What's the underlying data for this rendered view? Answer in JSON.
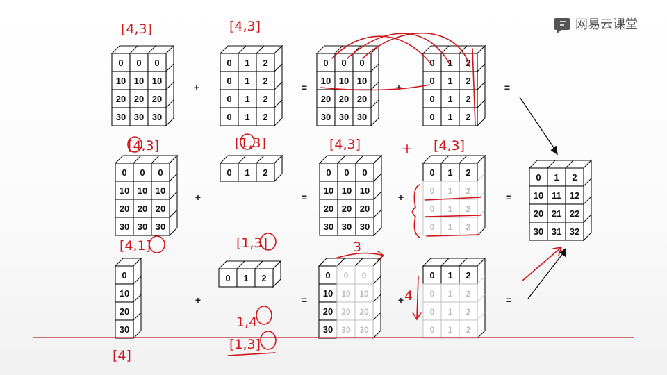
{
  "logo": {
    "text": "网易云课堂",
    "icon": "chat-bubble-icon"
  },
  "colors": {
    "annotation": "#d0161b",
    "grid": "#000000",
    "faint": "#c8c8c8",
    "baseline": "#b22222"
  },
  "rows": [
    {
      "a": [
        [
          "0",
          "0",
          "0"
        ],
        [
          "10",
          "10",
          "10"
        ],
        [
          "20",
          "20",
          "20"
        ],
        [
          "30",
          "30",
          "30"
        ]
      ],
      "b": [
        [
          "0",
          "1",
          "2"
        ],
        [
          "0",
          "1",
          "2"
        ],
        [
          "0",
          "1",
          "2"
        ],
        [
          "0",
          "1",
          "2"
        ]
      ],
      "c": [
        [
          "0",
          "0",
          "0"
        ],
        [
          "10",
          "10",
          "10"
        ],
        [
          "20",
          "20",
          "20"
        ],
        [
          "30",
          "30",
          "30"
        ]
      ],
      "d": [
        [
          "0",
          "1",
          "2"
        ],
        [
          "0",
          "1",
          "2"
        ],
        [
          "0",
          "1",
          "2"
        ],
        [
          "0",
          "1",
          "2"
        ]
      ]
    },
    {
      "a": [
        [
          "0",
          "0",
          "0"
        ],
        [
          "10",
          "10",
          "10"
        ],
        [
          "20",
          "20",
          "20"
        ],
        [
          "30",
          "30",
          "30"
        ]
      ],
      "b": [
        [
          "0",
          "1",
          "2"
        ]
      ],
      "c": [
        [
          "0",
          "0",
          "0"
        ],
        [
          "10",
          "10",
          "10"
        ],
        [
          "20",
          "20",
          "20"
        ],
        [
          "30",
          "30",
          "30"
        ]
      ],
      "d": [
        [
          "0",
          "1",
          "2"
        ],
        [
          "0",
          "1",
          "2"
        ],
        [
          "0",
          "1",
          "2"
        ],
        [
          "0",
          "1",
          "2"
        ]
      ]
    },
    {
      "a": [
        [
          "0"
        ],
        [
          "10"
        ],
        [
          "20"
        ],
        [
          "30"
        ]
      ],
      "b": [
        [
          "0",
          "1",
          "2"
        ]
      ],
      "c": [
        [
          "0",
          "0",
          "0"
        ],
        [
          "10",
          "10",
          "10"
        ],
        [
          "20",
          "20",
          "20"
        ],
        [
          "30",
          "30",
          "30"
        ]
      ],
      "d": [
        [
          "0",
          "1",
          "2"
        ],
        [
          "0",
          "1",
          "2"
        ],
        [
          "0",
          "1",
          "2"
        ],
        [
          "0",
          "1",
          "2"
        ]
      ]
    }
  ],
  "result": [
    [
      "0",
      "1",
      "2"
    ],
    [
      "10",
      "11",
      "12"
    ],
    [
      "20",
      "21",
      "22"
    ],
    [
      "30",
      "31",
      "32"
    ]
  ],
  "operators": {
    "plus": "+",
    "equals": "="
  },
  "annotations": {
    "row1_a_shape": "[4,3]",
    "row1_b_shape": "[4,3]",
    "row2_a_shape": "[4,3]",
    "row2_b_shape": "[1,3]",
    "row2_c_shape": "[4,3]",
    "row2_plus": "+",
    "row2_d_shape": "[4,3]",
    "row3_a_shape": "[4,1]",
    "row3_b_shape": "[1,3]",
    "row3_a_bottom": "[4]",
    "row3_b_bottom_1": "1,4",
    "row3_b_bottom_2": "[1,3]",
    "broadcast_cols": "3",
    "broadcast_rows": "4"
  }
}
